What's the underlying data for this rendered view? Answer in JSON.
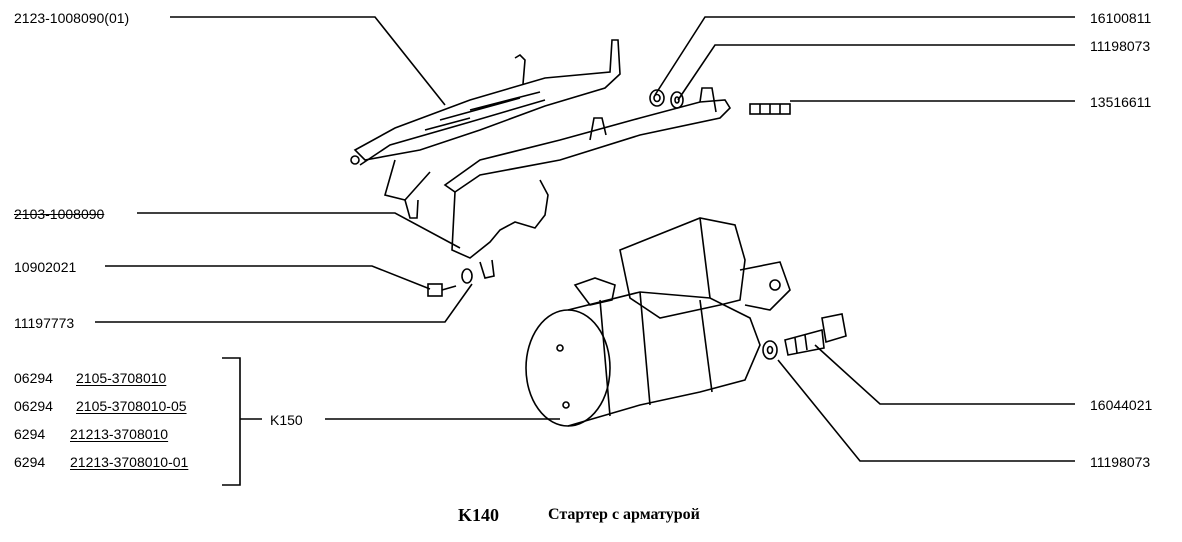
{
  "labels": {
    "l1": "2123-1008090(01)",
    "l2": "2103-1008090",
    "l3": "10902021",
    "l4": "11197773",
    "r1": "16100811",
    "r2": "11198073",
    "r3": "13516611",
    "r4": "16044021",
    "r5": "11198073",
    "k150": "K150"
  },
  "variants": [
    {
      "code": "06294",
      "part": "2105-3708010"
    },
    {
      "code": "06294",
      "part": "2105-3708010-05"
    },
    {
      "code": "6294",
      "part": "21213-3708010"
    },
    {
      "code": "6294",
      "part": "21213-3708010-01"
    }
  ],
  "caption": {
    "code": "K140",
    "title": "Стартер с арматурой"
  }
}
